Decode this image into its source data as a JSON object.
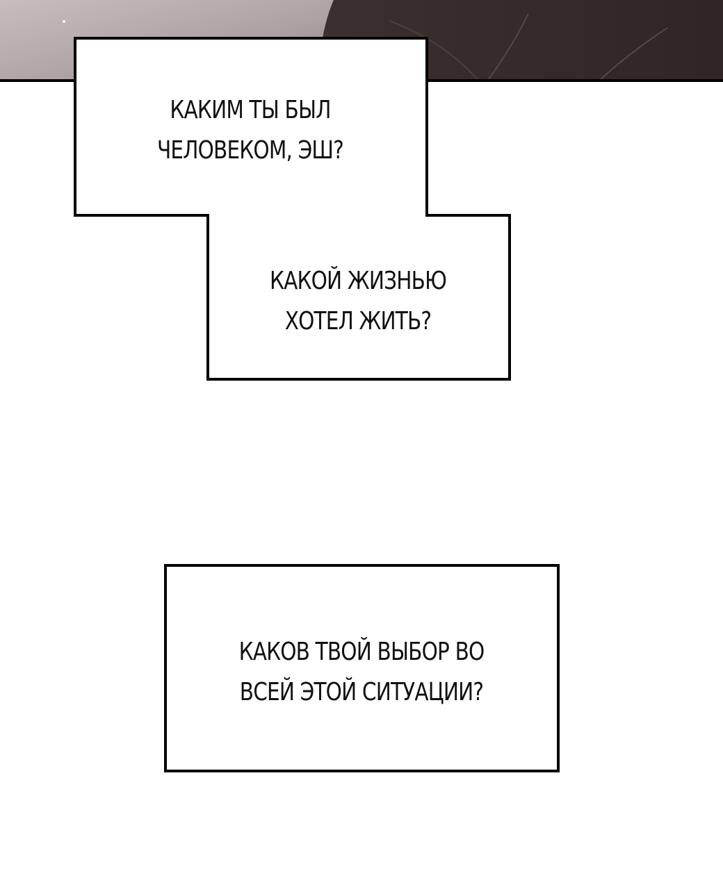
{
  "captions": {
    "first": {
      "line1": "КАКИМ ТЫ БЫЛ",
      "line2": "ЧЕЛОВЕКОМ, ЭШ?"
    },
    "second": {
      "line1": "КАКОЙ ЖИЗНЬЮ",
      "line2": "ХОТЕЛ ЖИТЬ?"
    },
    "third": {
      "line1": "КАКОВ ТВОЙ ВЫБОР ВО",
      "line2": "ВСЕЙ ЭТОЙ СИТУАЦИИ?"
    }
  },
  "colors": {
    "panel_border": "#000000",
    "background": "#ffffff",
    "art_dark": "#3a2e2e",
    "art_light": "#b9adaf"
  }
}
